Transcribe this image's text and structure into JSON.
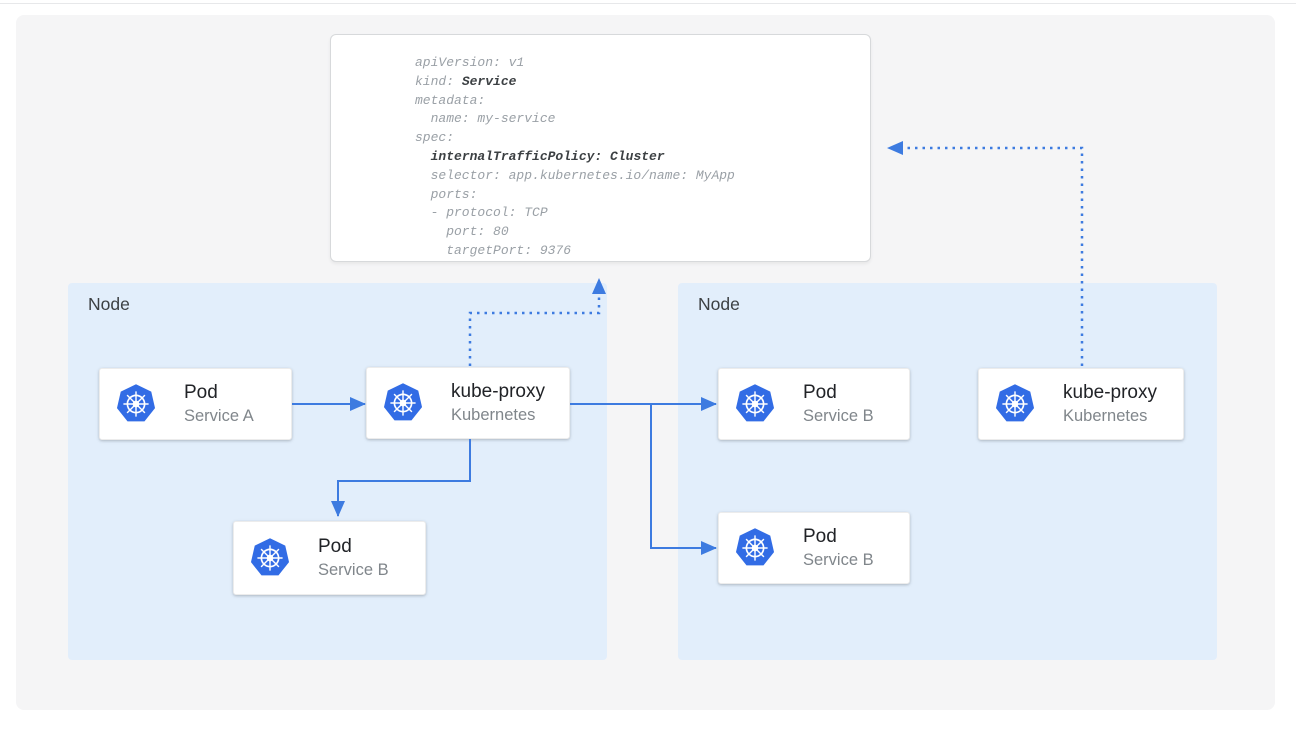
{
  "yaml_panel": {
    "lines": [
      {
        "parts": [
          {
            "t": "apiVersion: v1",
            "b": false
          }
        ]
      },
      {
        "parts": [
          {
            "t": "kind: ",
            "b": false
          },
          {
            "t": "Service",
            "b": true
          }
        ]
      },
      {
        "parts": [
          {
            "t": "metadata:",
            "b": false
          }
        ]
      },
      {
        "parts": [
          {
            "t": "  name: my-service",
            "b": false
          }
        ]
      },
      {
        "parts": [
          {
            "t": "spec:",
            "b": false
          }
        ]
      },
      {
        "parts": [
          {
            "t": "  ",
            "b": false
          },
          {
            "t": "internalTrafficPolicy: Cluster",
            "b": true
          }
        ]
      },
      {
        "parts": [
          {
            "t": "  selector: app.kubernetes.io/name: MyApp",
            "b": false
          }
        ]
      },
      {
        "parts": [
          {
            "t": "  ports:",
            "b": false
          }
        ]
      },
      {
        "parts": [
          {
            "t": "  - protocol: TCP",
            "b": false
          }
        ]
      },
      {
        "parts": [
          {
            "t": "    port: 80",
            "b": false
          }
        ]
      },
      {
        "parts": [
          {
            "t": "    targetPort: 9376",
            "b": false
          }
        ]
      }
    ]
  },
  "nodes": {
    "left": {
      "label": "Node",
      "cards": [
        {
          "icon": "kubernetes-icon",
          "title": "Pod",
          "subtitle": "Service A"
        },
        {
          "icon": "kubernetes-icon",
          "title": "kube-proxy",
          "subtitle": "Kubernetes"
        },
        {
          "icon": "kubernetes-icon",
          "title": "Pod",
          "subtitle": "Service B"
        }
      ]
    },
    "right": {
      "label": "Node",
      "cards": [
        {
          "icon": "kubernetes-icon",
          "title": "Pod",
          "subtitle": "Service B"
        },
        {
          "icon": "kubernetes-icon",
          "title": "kube-proxy",
          "subtitle": "Kubernetes"
        },
        {
          "icon": "kubernetes-icon",
          "title": "Pod",
          "subtitle": "Service B"
        }
      ]
    }
  },
  "colors": {
    "arrow_blue": "#3d7be0",
    "node_fill": "#e2eefb",
    "kubernetes_logo_blue": "#326ce5",
    "code_regular_gray": "#9aa0a6",
    "code_bold_gray": "#3c4043"
  }
}
